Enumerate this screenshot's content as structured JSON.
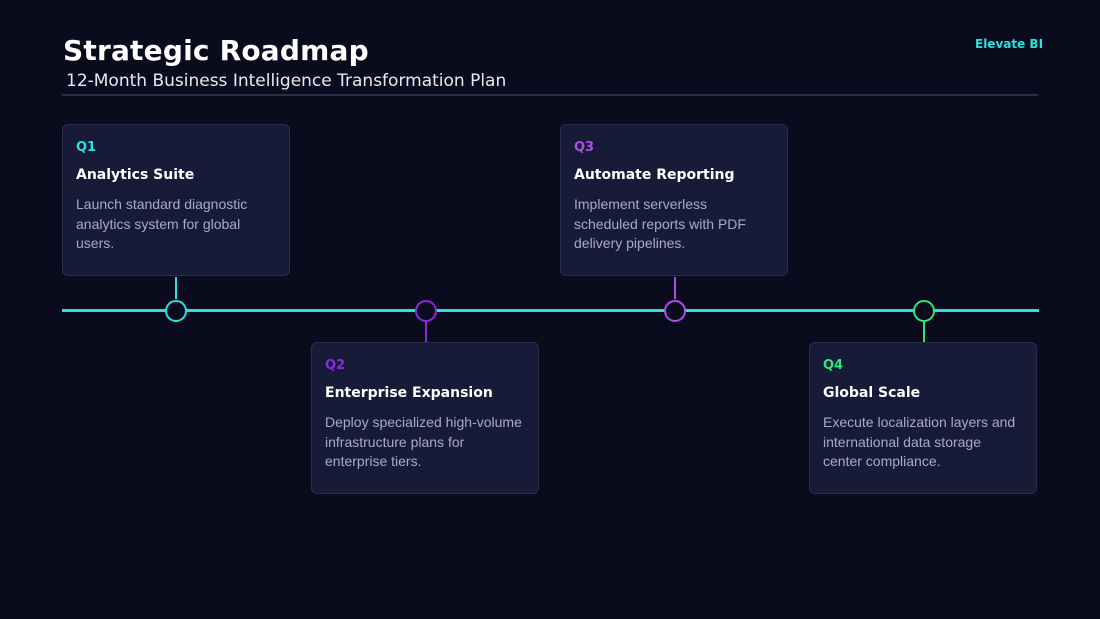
{
  "header": {
    "title": "Strategic Roadmap",
    "subtitle": "12-Month Business Intelligence Transformation Plan",
    "brand": "Elevate BI"
  },
  "colors": {
    "background": "#0b0b1e",
    "card": "#181b37",
    "timeline": "#2de0de",
    "q1": "#2de0de",
    "q2": "#8a2be2",
    "q3": "#b04ce6",
    "q4": "#2ee67a"
  },
  "milestones": [
    {
      "quarter": "Q1",
      "title": "Analytics Suite",
      "description": "Launch standard diagnostic analytics system for global users.",
      "color": "#2de0de",
      "position": "above"
    },
    {
      "quarter": "Q2",
      "title": "Enterprise Expansion",
      "description": "Deploy specialized high-volume infrastructure plans for enterprise tiers.",
      "color": "#8a2be2",
      "position": "below"
    },
    {
      "quarter": "Q3",
      "title": "Automate Reporting",
      "description": "Implement serverless scheduled reports with PDF delivery pipelines.",
      "color": "#b04ce6",
      "position": "above"
    },
    {
      "quarter": "Q4",
      "title": "Global Scale",
      "description": "Execute localization layers and international data storage center compliance.",
      "color": "#2ee67a",
      "position": "below"
    }
  ]
}
